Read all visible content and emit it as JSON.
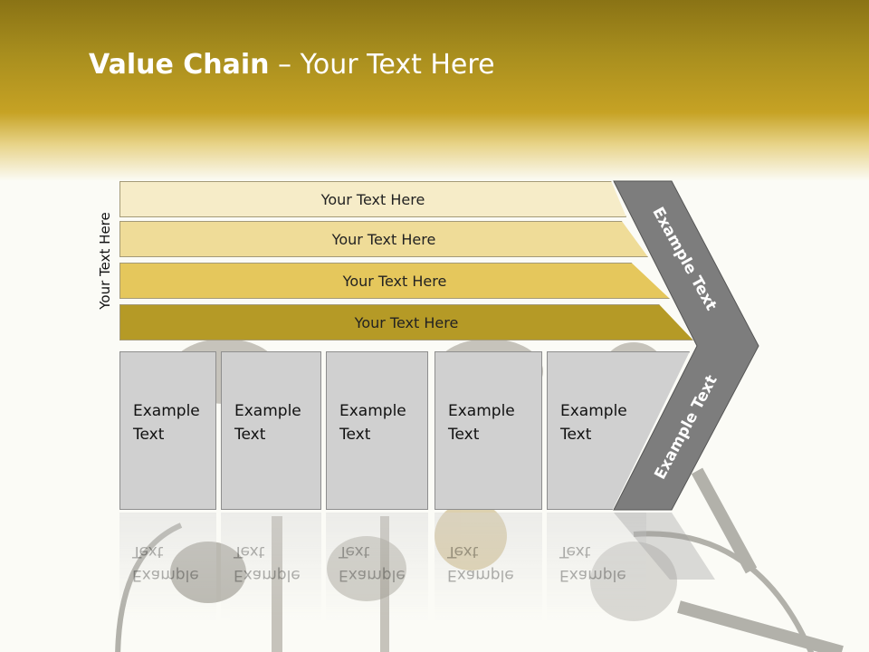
{
  "title": {
    "bold": "Value Chain",
    "rest": " – Your Text Here"
  },
  "side_label": "Your Text Here",
  "bars": [
    "Your Text Here",
    "Your Text Here",
    "Your Text Here",
    "Your Text Here"
  ],
  "columns": [
    {
      "line1": "Example",
      "line2": "Text"
    },
    {
      "line1": "Example",
      "line2": "Text"
    },
    {
      "line1": "Example",
      "line2": "Text"
    },
    {
      "line1": "Example",
      "line2": "Text"
    },
    {
      "line1": "Example",
      "line2": "Text"
    }
  ],
  "chevron_top_label": "Example Text",
  "chevron_bottom_label": "Example Text",
  "colors": {
    "header": "#c6a224",
    "bar_shades": [
      "#f6ecc8",
      "#efdc98",
      "#e5c75c",
      "#b59a26"
    ],
    "column_fill": "#d0d0d0",
    "chevron": "#7d7d7d"
  }
}
